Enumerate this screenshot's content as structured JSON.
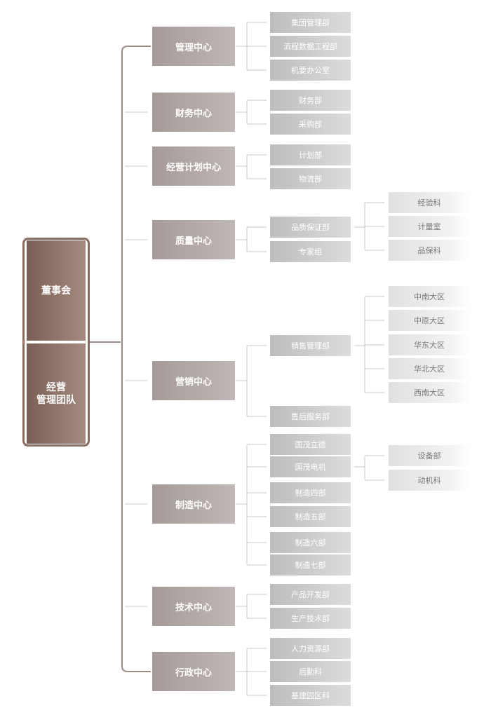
{
  "root": {
    "top": "董事会",
    "bottom": "经营\n管理团队"
  },
  "colors": {
    "root_line": "#8a6b60",
    "branch_line": "#c8c8c8",
    "trunk": "#9c8c86"
  },
  "centers": [
    {
      "name": "管理中心",
      "departments": [
        {
          "name": "集团管理部"
        },
        {
          "name": "流程数据工程部"
        },
        {
          "name": "机要办公室"
        }
      ]
    },
    {
      "name": "财务中心",
      "departments": [
        {
          "name": "财务部"
        },
        {
          "name": "采购部"
        }
      ]
    },
    {
      "name": "经营计划中心",
      "departments": [
        {
          "name": "计划部"
        },
        {
          "name": "物流部"
        }
      ]
    },
    {
      "name": "质量中心",
      "departments": [
        {
          "name": "品质保证部",
          "subs": [
            "经验科",
            "计量室",
            "品保科"
          ]
        },
        {
          "name": "专家组"
        }
      ]
    },
    {
      "name": "营销中心",
      "departments": [
        {
          "name": "销售管理部",
          "subs": [
            "中南大区",
            "中原大区",
            "华东大区",
            "华北大区",
            "西南大区"
          ]
        },
        {
          "name": "售后服务部"
        }
      ]
    },
    {
      "name": "制造中心",
      "departments": [
        {
          "name": "国茂立德"
        },
        {
          "name": "国茂电机",
          "subs": [
            "设备部",
            "动机科"
          ]
        },
        {
          "name": "制造四部"
        },
        {
          "name": "制造五部"
        },
        {
          "name": "制造六部"
        },
        {
          "name": "制造七部"
        }
      ]
    },
    {
      "name": "技术中心",
      "departments": [
        {
          "name": "产品开发部"
        },
        {
          "name": "生产技术部"
        }
      ]
    },
    {
      "name": "行政中心",
      "departments": [
        {
          "name": "人力资源部"
        },
        {
          "name": "后勤科"
        },
        {
          "name": "基建园区科"
        }
      ]
    }
  ]
}
